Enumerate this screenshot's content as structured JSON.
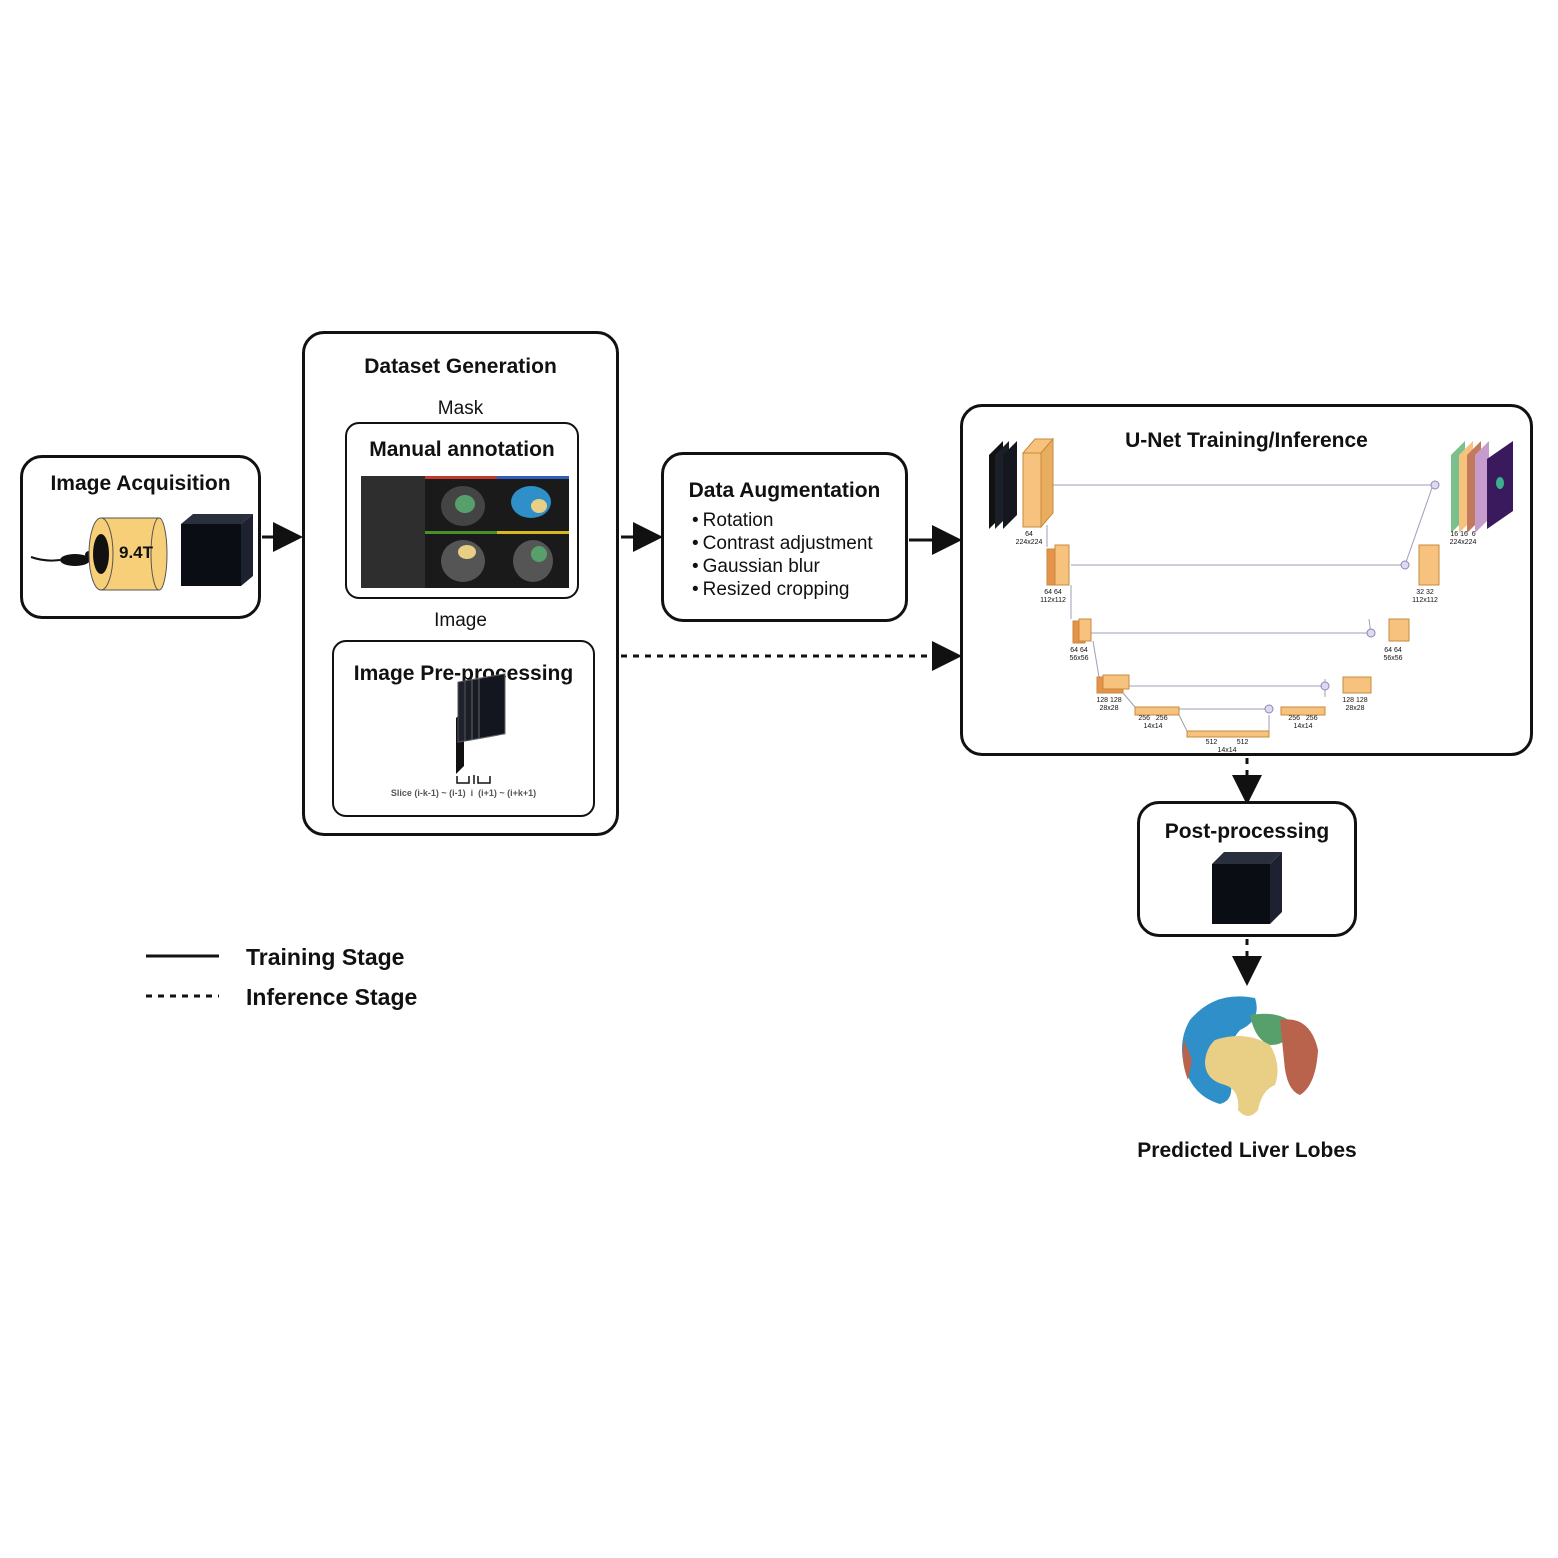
{
  "acquisition": {
    "title": "Image Acquisition",
    "field_strength": "9.4T"
  },
  "dataset": {
    "title": "Dataset Generation",
    "mask_label": "Mask",
    "annotation_title": "Manual annotation",
    "image_label": "Image",
    "preprocessing_title": "Image Pre-processing",
    "slice_caption": "Slice (i-k-1) ~ (i-1)  i  (i+1) ~ (i+k+1)"
  },
  "augmentation": {
    "title": "Data Augmentation",
    "items": [
      "Rotation",
      "Contrast adjustment",
      "Gaussian blur",
      "Resized cropping"
    ]
  },
  "unet": {
    "title": "U-Net Training/Inference",
    "labels": {
      "enc1": "64",
      "enc1_size": "224x224",
      "enc2": "64 64",
      "enc2_size": "112x112",
      "enc3": "64 64",
      "enc3_size": "56x56",
      "enc4": "128 128",
      "enc4_size": "28x28",
      "enc5": "256   256",
      "enc5_size": "14x14",
      "bottleneck": "512          512",
      "bottleneck_size": "14x14",
      "dec5": "256   256",
      "dec5_size": "14x14",
      "dec4": "128 128",
      "dec4_size": "28x28",
      "dec3": "64 64",
      "dec3_size": "56x56",
      "dec2": "32 32",
      "dec2_size": "112x112",
      "dec1": "16 16  6",
      "dec1_size": "224x224"
    }
  },
  "postprocessing": {
    "title": "Post-processing"
  },
  "output": {
    "title": "Predicted Liver Lobes"
  },
  "legend": {
    "training": "Training Stage",
    "inference": "Inference Stage"
  },
  "colors": {
    "unet_block": "#f6c27e",
    "unet_block_dark": "#e5924a",
    "lobe_blue": "#2f8fc9",
    "lobe_yellow": "#e8cf85",
    "lobe_red": "#b9624c",
    "lobe_green": "#58a06b"
  }
}
